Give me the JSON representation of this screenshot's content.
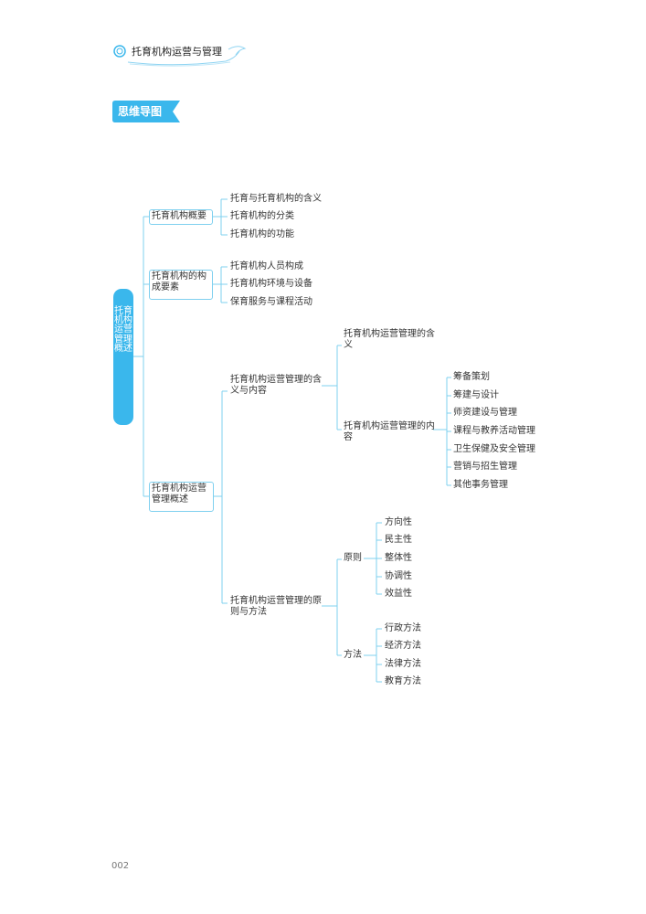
{
  "header": {
    "title": "托育机构运营与管理"
  },
  "section_badge": "思维导图",
  "root": "托育机构运营管理概述",
  "branch1": {
    "label": "托育机构概要",
    "items": [
      "托育与托育机构的含义",
      "托育机构的分类",
      "托育机构的功能"
    ]
  },
  "branch2": {
    "label": "托育机构的构成要素",
    "items": [
      "托育机构人员构成",
      "托育机构环境与设备",
      "保育服务与课程活动"
    ]
  },
  "branch3": {
    "label": "托育机构运营管理概述",
    "sub1": {
      "label": "托育机构运营管理的含义与内容",
      "meaning": "托育机构运营管理的含义",
      "content": {
        "label": "托育机构运营管理的内容",
        "items": [
          "筹备策划",
          "筹建与设计",
          "师资建设与管理",
          "课程与教养活动管理",
          "卫生保健及安全管理",
          "营销与招生管理",
          "其他事务管理"
        ]
      }
    },
    "sub2": {
      "label": "托育机构运营管理的原则与方法",
      "principles": {
        "label": "原则",
        "items": [
          "方向性",
          "民主性",
          "整体性",
          "协调性",
          "效益性"
        ]
      },
      "methods": {
        "label": "方法",
        "items": [
          "行政方法",
          "经济方法",
          "法律方法",
          "教育方法"
        ]
      }
    }
  },
  "page_number": "002",
  "colors": {
    "accent": "#3ab7ec",
    "line": "#7fd0ef"
  }
}
